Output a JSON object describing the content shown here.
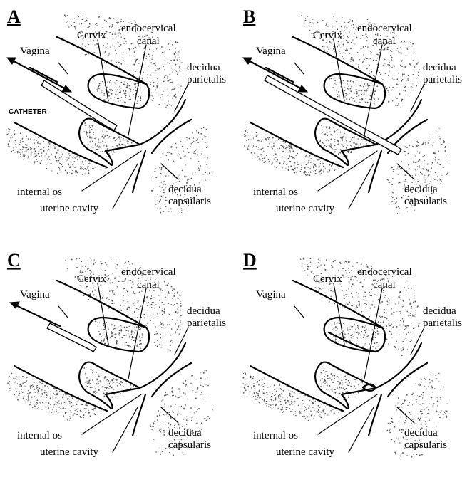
{
  "panels": [
    {
      "label": "A",
      "labels": {
        "vagina": "Vagina",
        "cervix": "Cervix",
        "endocervical_1": "endocervical",
        "endocervical_2": "canal",
        "decidua_parietalis_1": "decidua",
        "decidua_parietalis_2": "parietalis",
        "internal_os": "internal os",
        "uterine_cavity": "uterine cavity",
        "decidua_capsularis_1": "decidua",
        "decidua_capsularis_2": "capsularis"
      },
      "catheter_label": "CATHETER",
      "arrow": "double",
      "catheter_depth": "external-os"
    },
    {
      "label": "B",
      "labels": {
        "vagina": "Vagina",
        "cervix": "Cervix",
        "endocervical_1": "endocervical",
        "endocervical_2": "canal",
        "decidua_parietalis_1": "decidua",
        "decidua_parietalis_2": "parietalis",
        "internal_os": "internal os",
        "uterine_cavity": "uterine cavity",
        "decidua_capsularis_1": "decidua",
        "decidua_capsularis_2": "capsularis"
      },
      "catheter_label": "",
      "arrow": "double",
      "catheter_depth": "internal-os"
    },
    {
      "label": "C",
      "labels": {
        "vagina": "Vagina",
        "cervix": "Cervix",
        "endocervical_1": "endocervical",
        "endocervical_2": "canal",
        "decidua_parietalis_1": "decidua",
        "decidua_parietalis_2": "parietalis",
        "internal_os": "internal os",
        "uterine_cavity": "uterine cavity",
        "decidua_capsularis_1": "decidua",
        "decidua_capsularis_2": "capsularis"
      },
      "catheter_label": "",
      "arrow": "outward",
      "catheter_depth": "withdrawn"
    },
    {
      "label": "D",
      "labels": {
        "vagina": "Vagina",
        "cervix": "Cervix",
        "endocervical_1": "endocervical",
        "endocervical_2": "canal",
        "decidua_parietalis_1": "decidua",
        "decidua_parietalis_2": "parietalis",
        "internal_os": "internal os",
        "uterine_cavity": "uterine cavity",
        "decidua_capsularis_1": "decidua",
        "decidua_capsularis_2": "capsularis"
      },
      "catheter_label": "",
      "arrow": "none",
      "catheter_depth": "removed"
    }
  ]
}
